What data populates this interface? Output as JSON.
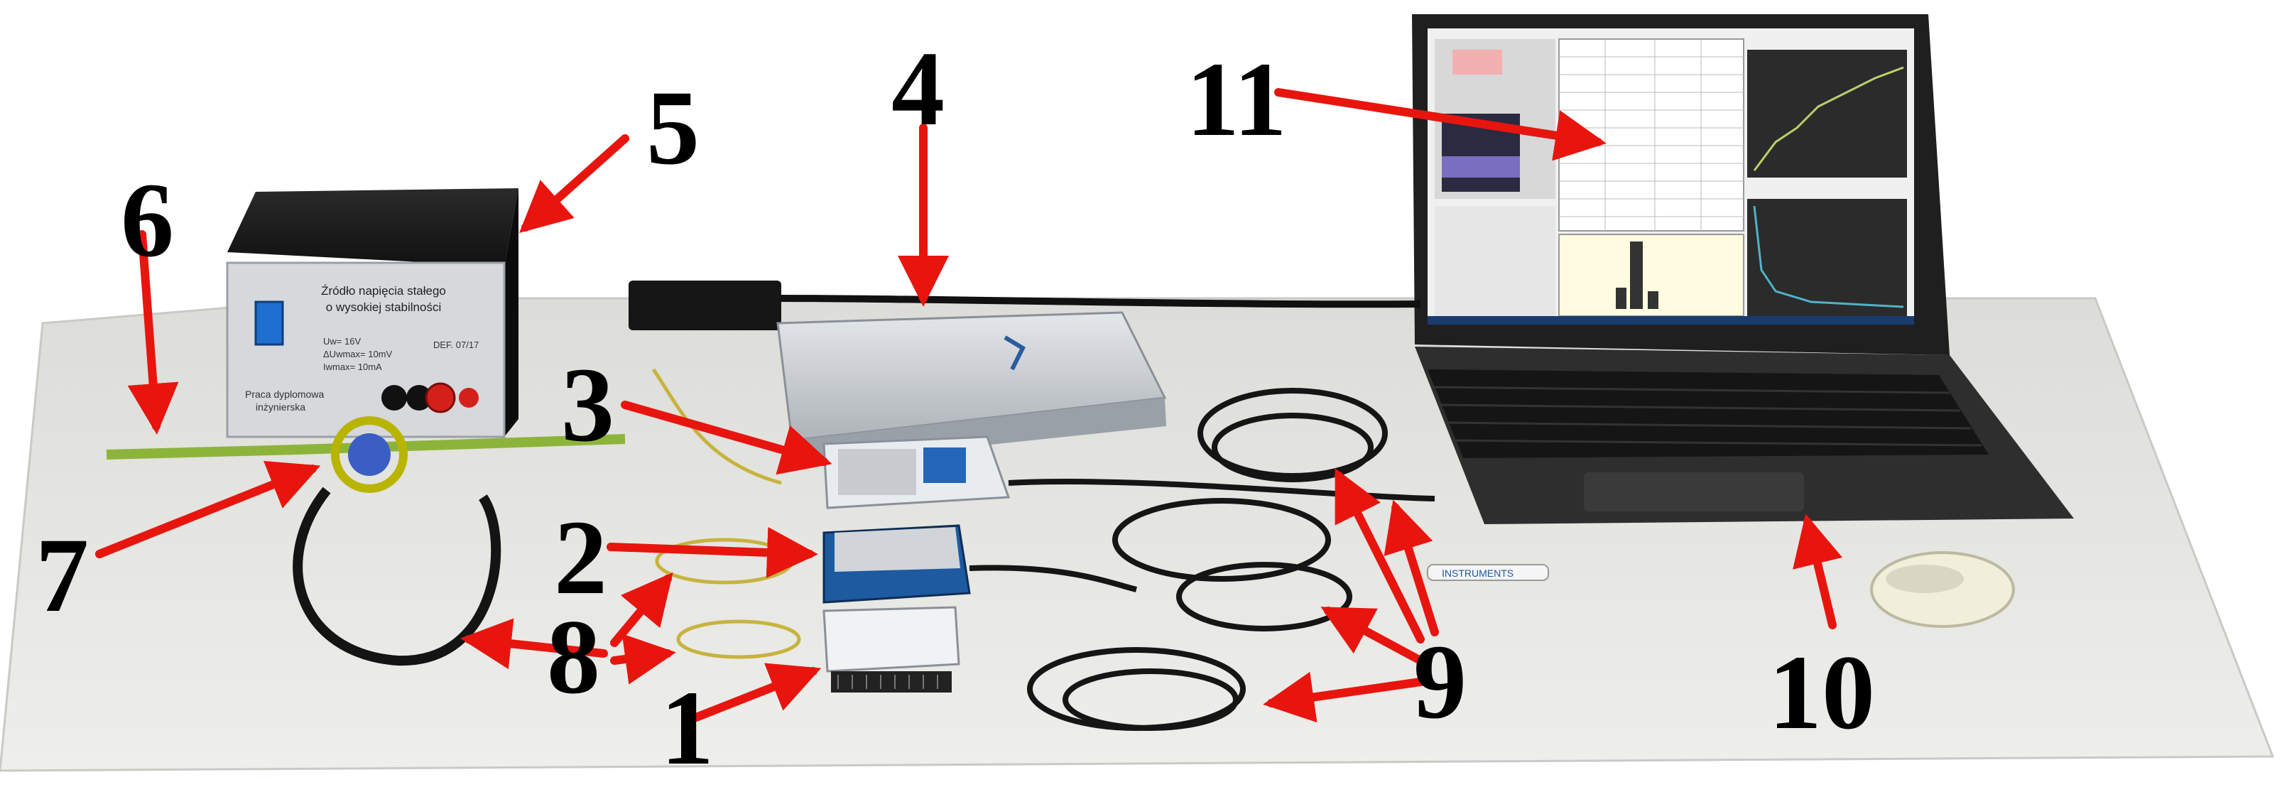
{
  "callouts": [
    {
      "id": "1",
      "label": "1"
    },
    {
      "id": "2",
      "label": "2"
    },
    {
      "id": "3",
      "label": "3"
    },
    {
      "id": "4",
      "label": "4"
    },
    {
      "id": "5",
      "label": "5"
    },
    {
      "id": "6",
      "label": "6"
    },
    {
      "id": "7",
      "label": "7"
    },
    {
      "id": "8",
      "label": "8"
    },
    {
      "id": "9",
      "label": "9"
    },
    {
      "id": "10",
      "label": "10"
    },
    {
      "id": "11",
      "label": "11"
    }
  ],
  "power_supply": {
    "title_line1": "Źródło napięcia stałego",
    "title_line2": "o wysokiej stabilności",
    "spec1": "Uw= 16V",
    "spec2": "ΔUwmax= 10mV",
    "spec3": "Iwmax= 10mA",
    "spec4": "DEF. 07/17",
    "label_project": "Praca dyplomowa",
    "label_eng": "inżynierska"
  },
  "pen": {
    "brand": "INSTRUMENTS"
  },
  "colors": {
    "arrow": "#e8150f",
    "mat": "#e9e8e4",
    "laptop_body": "#262626",
    "psu_case": "#1b1b1b",
    "daq_grey": "#c9cdd2",
    "daq_blue": "#1d5aa0"
  }
}
